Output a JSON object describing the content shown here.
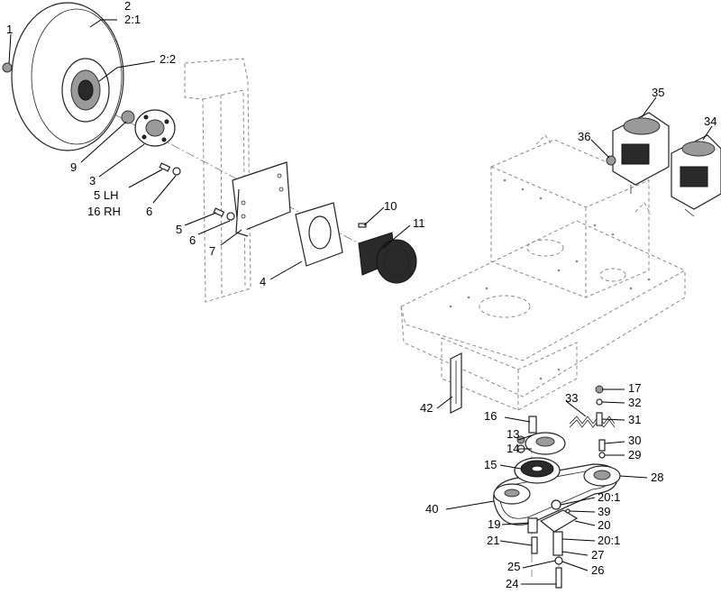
{
  "callouts": {
    "c1": "1",
    "c2": "2",
    "c2_1": "2:1",
    "c2_2": "2:2",
    "c3": "3",
    "c4": "4",
    "c5": "5",
    "c5lh": "5 LH",
    "c16rh": "16 RH",
    "c6a": "6",
    "c6b": "6",
    "c7": "7",
    "c9": "9",
    "c10": "10",
    "c11": "11",
    "c13": "13",
    "c14": "14",
    "c15": "15",
    "c16": "16",
    "c17": "17",
    "c19": "19",
    "c20": "20",
    "c20_1a": "20:1",
    "c20_1b": "20:1",
    "c21": "21",
    "c24": "24",
    "c25": "25",
    "c26": "26",
    "c27": "27",
    "c28": "28",
    "c29": "29",
    "c30": "30",
    "c31": "31",
    "c32": "32",
    "c33": "33",
    "c34": "34",
    "c35": "35",
    "c36": "36",
    "c39": "39",
    "c40": "40",
    "c42": "42"
  }
}
